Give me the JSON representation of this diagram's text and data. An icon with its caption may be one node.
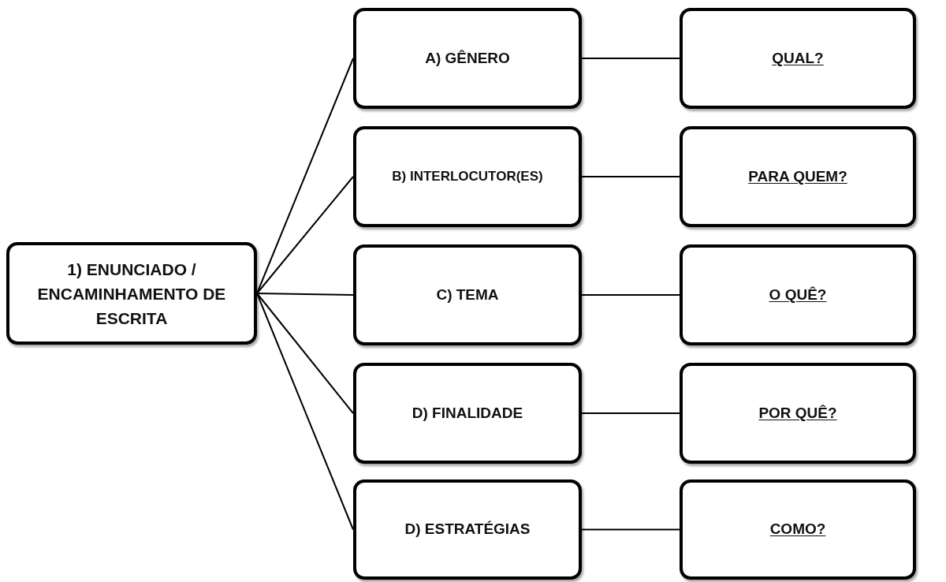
{
  "diagram": {
    "nodes": [
      {
        "text": [
          "1) ENUNCIADO / ENCAMINHAMENTO DE ESCRITA"
        ]
      },
      {
        "text": [
          "A) GÊNERO"
        ]
      },
      {
        "text": [
          "QUAL?"
        ]
      },
      {
        "text": [
          "B) INTERLOCUTOR(ES)"
        ]
      },
      {
        "text": [
          "PARA QUEM?"
        ]
      },
      {
        "text": [
          "C) TEMA"
        ]
      },
      {
        "text": [
          "O QUÊ?"
        ]
      },
      {
        "text": [
          "D) FINALIDADE"
        ]
      },
      {
        "text": [
          "POR QUÊ?"
        ]
      },
      {
        "text": [
          "D) ESTRATÉGIAS"
        ]
      },
      {
        "text": [
          "COMO?"
        ]
      }
    ],
    "edges": [
      {
        "from": 0,
        "to": 1,
        "arrow": "none"
      },
      {
        "from": 0,
        "to": 3,
        "arrow": "none"
      },
      {
        "from": 0,
        "to": 5,
        "arrow": "none"
      },
      {
        "from": 0,
        "to": 7,
        "arrow": "none"
      },
      {
        "from": 0,
        "to": 9,
        "arrow": "none"
      },
      {
        "from": 1,
        "to": 2,
        "arrow": "none"
      },
      {
        "from": 3,
        "to": 4,
        "arrow": "none"
      },
      {
        "from": 5,
        "to": 6,
        "arrow": "none"
      },
      {
        "from": 7,
        "to": 8,
        "arrow": "none"
      },
      {
        "from": 9,
        "to": 10,
        "arrow": "none"
      }
    ]
  }
}
